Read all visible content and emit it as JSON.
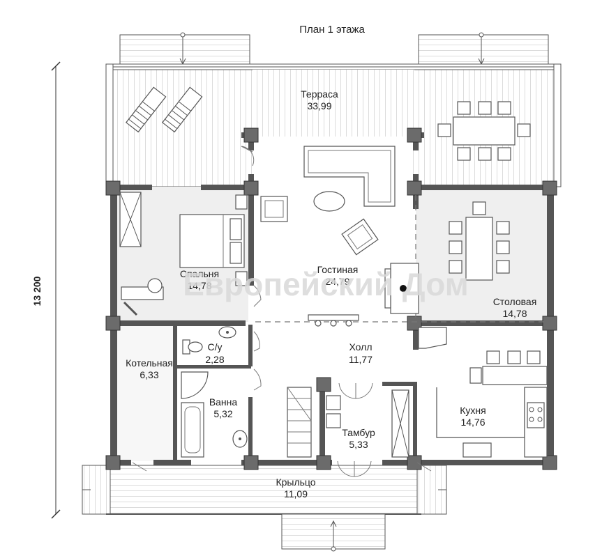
{
  "plan": {
    "title": "План 1 этажа",
    "dimension": "13 200",
    "watermark": "Европейский Дом"
  },
  "rooms": [
    {
      "name": "Терраса",
      "area": "33,99"
    },
    {
      "name": "Спальня",
      "area": "14,78"
    },
    {
      "name": "Гостиная",
      "area": "24,79"
    },
    {
      "name": "Столовая",
      "area": "14,78"
    },
    {
      "name": "С/у",
      "area": "2,28"
    },
    {
      "name": "Холл",
      "area": "11,77"
    },
    {
      "name": "Котельная",
      "area": "6,33"
    },
    {
      "name": "Ванна",
      "area": "5,32"
    },
    {
      "name": "Кухня",
      "area": "14,76"
    },
    {
      "name": "Тамбур",
      "area": "5,33"
    },
    {
      "name": "Крыльцо",
      "area": "11,09"
    }
  ]
}
